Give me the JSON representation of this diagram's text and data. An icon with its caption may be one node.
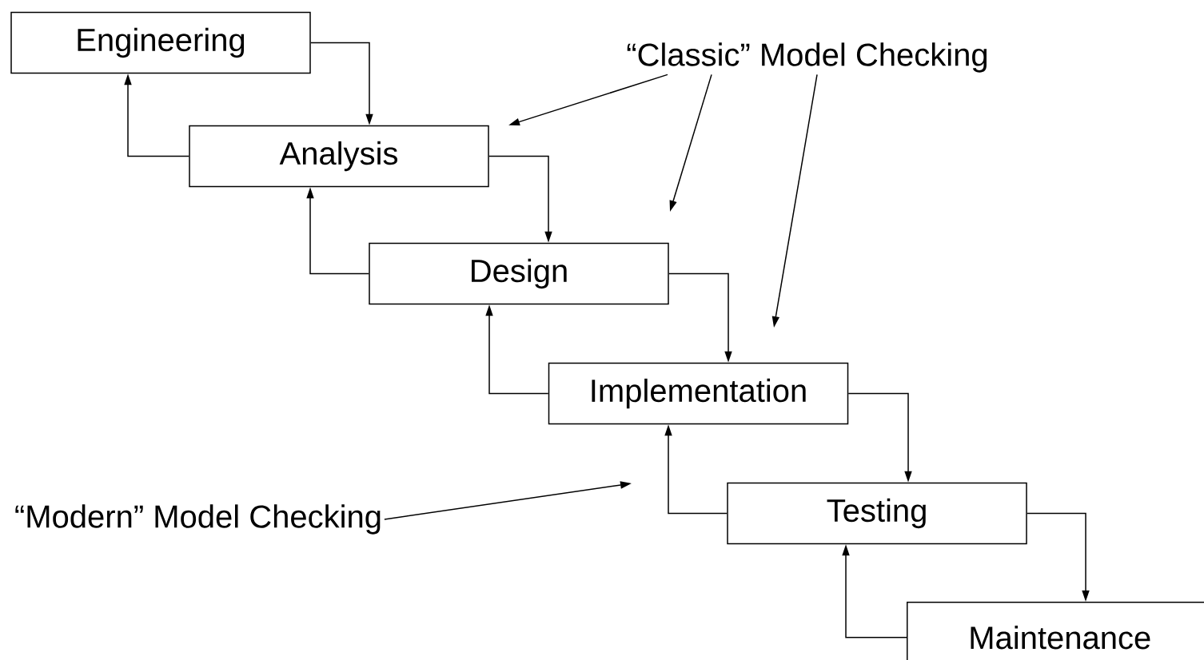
{
  "diagram": {
    "nodes": [
      {
        "text": [
          "Engineering"
        ]
      },
      {
        "text": [
          "Analysis"
        ]
      },
      {
        "text": [
          "Design"
        ]
      },
      {
        "text": [
          "Implementation"
        ]
      },
      {
        "text": [
          "Testing"
        ]
      },
      {
        "text": [
          "Maintenance"
        ]
      },
      {
        "text": [
          "“Classic” Model Checking"
        ]
      },
      {
        "text": [
          "“Modern” Model Checking"
        ]
      }
    ],
    "edges": [
      {
        "from": 0,
        "to": 1,
        "arrow": "to"
      },
      {
        "from": 1,
        "to": 0,
        "arrow": "to"
      },
      {
        "from": 1,
        "to": 2,
        "arrow": "to"
      },
      {
        "from": 2,
        "to": 1,
        "arrow": "to"
      },
      {
        "from": 2,
        "to": 3,
        "arrow": "to"
      },
      {
        "from": 3,
        "to": 2,
        "arrow": "to"
      },
      {
        "from": 3,
        "to": 4,
        "arrow": "to"
      },
      {
        "from": 4,
        "to": 3,
        "arrow": "to"
      },
      {
        "from": 4,
        "to": 5,
        "arrow": "to"
      },
      {
        "from": 5,
        "to": 4,
        "arrow": "to"
      },
      {
        "from": 6,
        "to": 1,
        "arrow": "to"
      },
      {
        "from": 6,
        "to": null,
        "arrow": "to"
      },
      {
        "from": 6,
        "to": null,
        "arrow": "to"
      },
      {
        "from": 7,
        "to": null,
        "arrow": "to"
      }
    ]
  }
}
